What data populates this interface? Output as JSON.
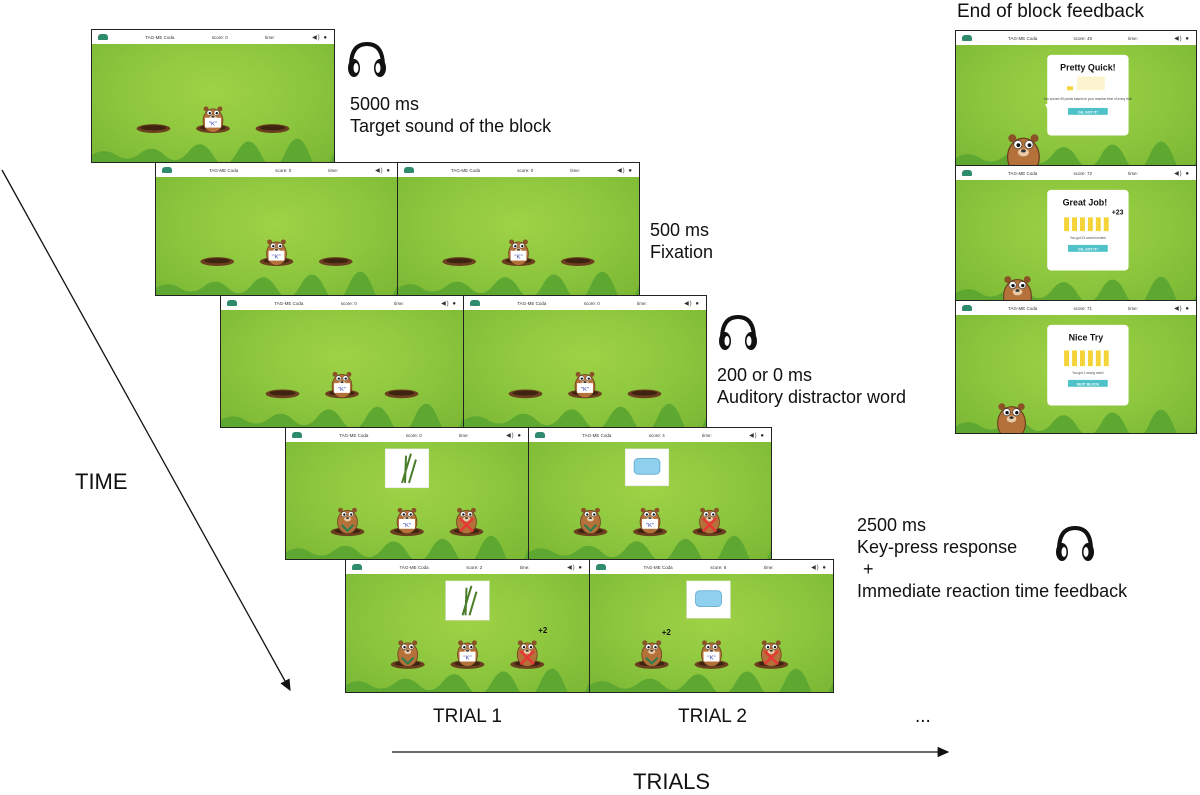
{
  "game": {
    "title": "TAG-ME Coda",
    "score_label": "score:",
    "time_label": "time:",
    "key_letter": "\"K\""
  },
  "scores": {
    "target_panel": "0",
    "fixation_1": "0",
    "fixation_2": "0",
    "distractor_1": "0",
    "distractor_2": "0",
    "response_1": "0",
    "response_2": "4",
    "feedback_1": "2",
    "feedback_2": "6",
    "block_1": "49",
    "block_2": "72",
    "block_3": "71"
  },
  "plus_points": {
    "trial_1": "+2",
    "trial_2": "+2",
    "great_job": "+23"
  },
  "stages": {
    "target": {
      "duration": "5000 ms",
      "description": "Target sound of the block"
    },
    "fixation": {
      "duration": "500 ms",
      "description": "Fixation"
    },
    "distractor": {
      "duration": "200  or  0 ms",
      "description": "Auditory distractor word"
    },
    "response": {
      "duration": "2500 ms",
      "description": "Key-press response",
      "plus": "+",
      "feedback": "Immediate reaction time feedback"
    }
  },
  "axis": {
    "time": "TIME",
    "trials": "TRIALS",
    "trial_1": "TRIAL 1",
    "trial_2": "TRIAL 2",
    "ellipsis": "..."
  },
  "end_of_block": {
    "header": "End of block feedback",
    "cards": [
      {
        "title": "Pretty Quick!",
        "text": "You scored 49 points based on your reaction time of every trial!",
        "button": "OK, GOT IT!"
      },
      {
        "title": "Great Job!",
        "text": "You got 23 correct moles!",
        "button": "OK, GOT IT!"
      },
      {
        "title": "Nice Try",
        "text": "You got 1 wrong mole!",
        "button": "NEXT BLOCK"
      }
    ]
  },
  "colors": {
    "grass": "#8bc73c",
    "mole": "#b5713a",
    "hole": "#6b3f1f",
    "bar": "#f5d43a",
    "button": "#4ec1c9",
    "wrong": "#e53935",
    "correct": "#2e7d4f"
  }
}
